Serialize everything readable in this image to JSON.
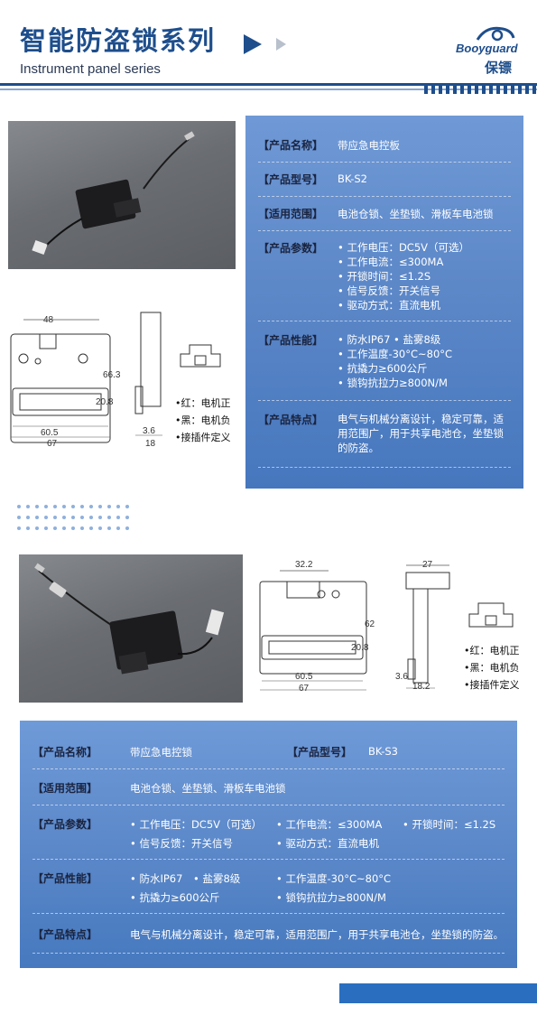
{
  "header": {
    "title_cn": "智能防盗锁系列",
    "title_en": "Instrument panel series",
    "logo_en": "Booyguard",
    "logo_cn": "保镖"
  },
  "product1": {
    "rows": [
      {
        "label": "【产品名称】",
        "value": "带应急电控板"
      },
      {
        "label": "【产品型号】",
        "value": "BK-S2"
      },
      {
        "label": "【适用范围】",
        "value": "电池仓锁、坐垫锁、滑板车电池锁"
      },
      {
        "label": "【产品参数】",
        "items": [
          "• 工作电压：DC5V（可选）",
          "• 工作电流：≤300MA",
          "• 开锁时间：≤1.2S",
          "• 信号反馈：开关信号",
          "• 驱动方式：直流电机"
        ]
      },
      {
        "label": "【产品性能】",
        "items": [
          "• 防水IP67   • 盐雾8级",
          "• 工作温度-30°C~80°C",
          "• 抗撬力≥600公斤",
          "• 锁钩抗拉力≥800N/M"
        ]
      },
      {
        "label": "【产品特点】",
        "items": [
          "电气与机械分离设计，稳定可靠，适",
          "用范围广，用于共享电池仓，坐垫锁",
          "的防盗。"
        ]
      }
    ],
    "dims": {
      "top": "48",
      "height": "66.3",
      "win": "20.8",
      "inner": "60.5",
      "width": "67",
      "depth_small": "3.6",
      "depth": "18"
    },
    "legend": [
      "•红：电机正",
      "•黑：电机负",
      "•接插件定义"
    ]
  },
  "product2": {
    "dims": {
      "top": "32.2",
      "height": "62",
      "win": "20.8",
      "inner": "60.5",
      "width": "67",
      "side_top": "27",
      "depth_small": "3.6",
      "depth": "18.2"
    },
    "legend": [
      "•红：电机正",
      "•黑：电机负",
      "•接插件定义"
    ],
    "name_label": "【产品名称】",
    "name_value": "带应急电控锁",
    "model_label": "【产品型号】",
    "model_value": "BK-S3",
    "scope_label": "【适用范围】",
    "scope_value": "电池仓锁、坐垫锁、滑板车电池锁",
    "params_label": "【产品参数】",
    "params": [
      "• 工作电压：DC5V（可选）",
      "• 工作电流：≤300MA",
      "• 开锁时间：≤1.2S",
      "• 信号反馈：开关信号",
      "• 驱动方式：直流电机"
    ],
    "perf_label": "【产品性能】",
    "perf": [
      "• 防水IP67",
      "• 盐雾8级",
      "• 工作温度-30°C~80°C",
      "• 抗撬力≥600公斤",
      "• 锁钩抗拉力≥800N/M"
    ],
    "feature_label": "【产品特点】",
    "feature_value": "电气与机械分离设计，稳定可靠，适用范围广，用于共享电池仓，坐垫锁的防盗。"
  },
  "colors": {
    "brand": "#1e4e8c",
    "panel": "#5d88c8"
  }
}
